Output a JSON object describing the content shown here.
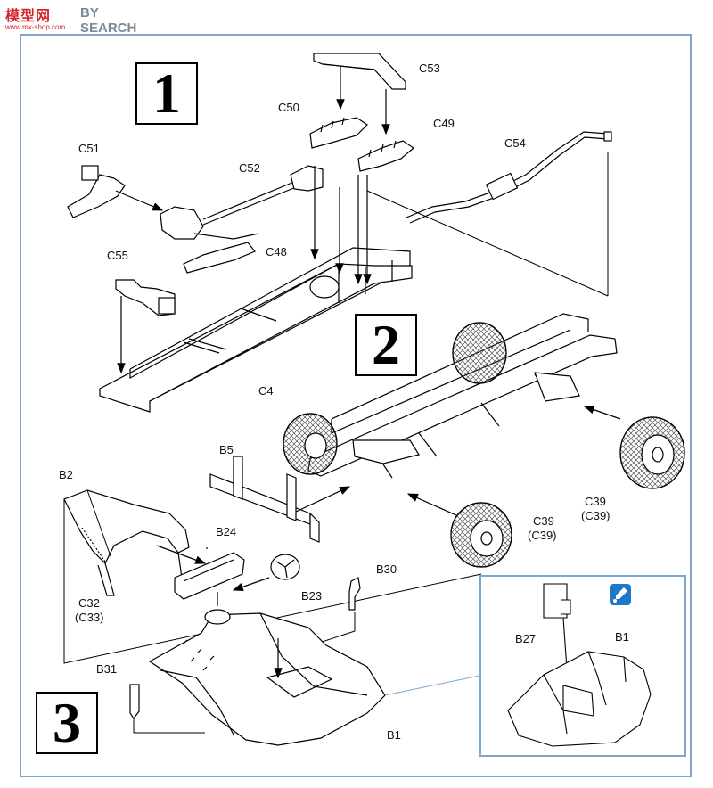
{
  "watermark": {
    "cn": "模型网",
    "en": "BY SEARCH",
    "url": "www.mx-shop.com"
  },
  "steps": {
    "s1": "1",
    "s2": "2",
    "s3": "3"
  },
  "labels": {
    "c53": "C53",
    "c50": "C50",
    "c49": "C49",
    "c54": "C54",
    "c51": "C51",
    "c52": "C52",
    "c48": "C48",
    "c55": "C55",
    "c4": "C4",
    "b5": "B5",
    "b2": "B2",
    "b24": "B24",
    "c32": "C32",
    "c33": "(C33)",
    "b23": "B23",
    "b30": "B30",
    "c39a": "C39",
    "c39a_alt": "(C39)",
    "c39b": "C39",
    "c39b_alt": "(C39)",
    "b27": "B27",
    "b1_detail": "B1",
    "b31": "B31",
    "b1": "B1"
  },
  "icons": {
    "note": "glue-icon"
  },
  "colors": {
    "frame": "#7fa6cf",
    "note": "#1e78c8",
    "watermark_red": "#d4262a"
  }
}
